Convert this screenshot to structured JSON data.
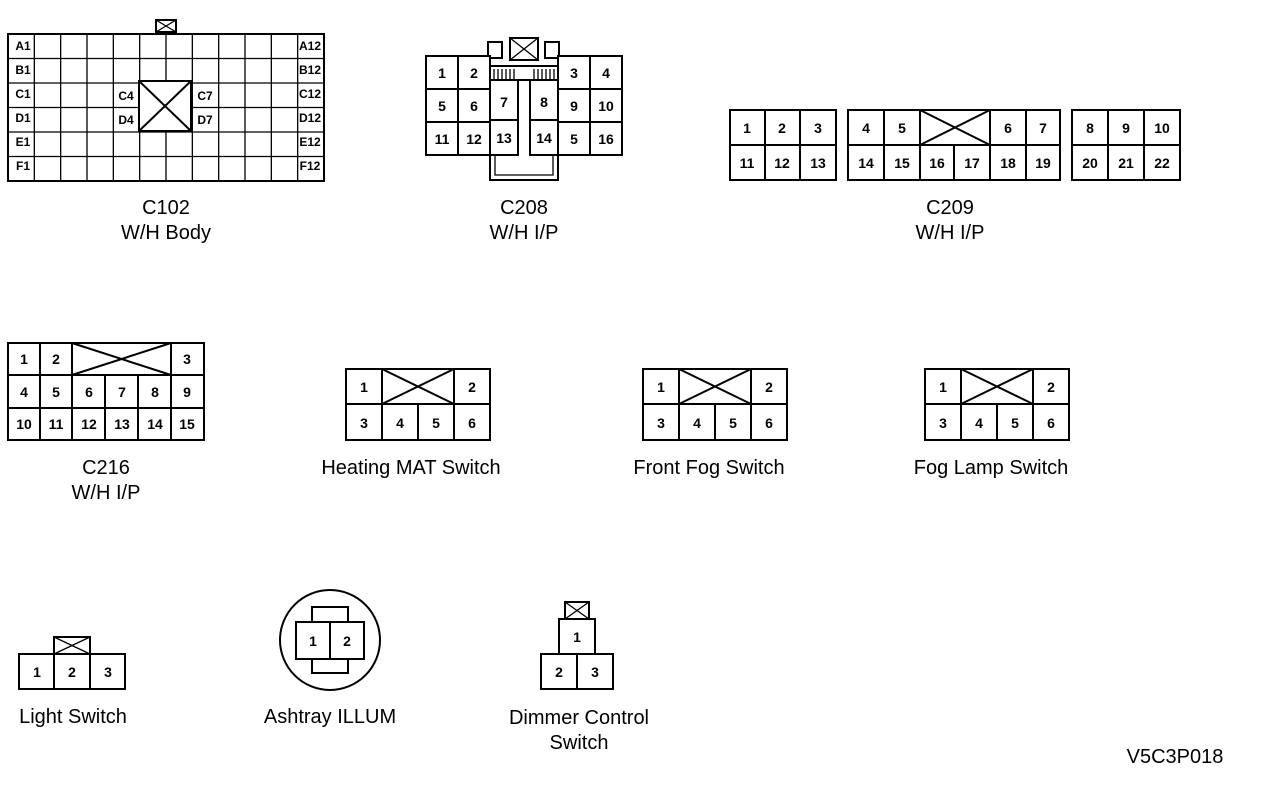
{
  "connectors": {
    "c102": {
      "name": "C102",
      "desc": "W/H Body",
      "rows_left": [
        "A1",
        "B1",
        "C1",
        "D1",
        "E1",
        "F1"
      ],
      "rows_right": [
        "A12",
        "B12",
        "C12",
        "D12",
        "E12",
        "F12"
      ],
      "inner": [
        "C4",
        "D4",
        "C7",
        "D7"
      ]
    },
    "c208": {
      "name": "C208",
      "desc": "W/H I/P",
      "pins": [
        "1",
        "2",
        "5",
        "6",
        "11",
        "12",
        "7",
        "13",
        "8",
        "14",
        "3",
        "4",
        "9",
        "10",
        "5",
        "16"
      ]
    },
    "c209": {
      "name": "C209",
      "desc": "W/H I/P",
      "pins": [
        "1",
        "2",
        "3",
        "11",
        "12",
        "13",
        "4",
        "5",
        "6",
        "7",
        "14",
        "15",
        "16",
        "17",
        "18",
        "19",
        "8",
        "9",
        "10",
        "20",
        "21",
        "22"
      ]
    },
    "c216": {
      "name": "C216",
      "desc": "W/H I/P",
      "pins": [
        "1",
        "2",
        "3",
        "4",
        "5",
        "6",
        "7",
        "8",
        "9",
        "10",
        "11",
        "12",
        "13",
        "14",
        "15"
      ]
    },
    "heating_mat": {
      "name": "Heating MAT Switch",
      "pins": [
        "1",
        "2",
        "3",
        "4",
        "5",
        "6"
      ]
    },
    "front_fog": {
      "name": "Front Fog Switch",
      "pins": [
        "1",
        "2",
        "3",
        "4",
        "5",
        "6"
      ]
    },
    "fog_lamp": {
      "name": "Fog Lamp Switch",
      "pins": [
        "1",
        "2",
        "3",
        "4",
        "5",
        "6"
      ]
    },
    "light_switch": {
      "name": "Light Switch",
      "pins": [
        "1",
        "2",
        "3"
      ]
    },
    "ashtray": {
      "name": "Ashtray ILLUM",
      "pins": [
        "1",
        "2"
      ]
    },
    "dimmer": {
      "name_line1": "Dimmer Control",
      "name_line2": "Switch",
      "pins": [
        "1",
        "2",
        "3"
      ]
    }
  },
  "figure_code": "V5C3P018"
}
